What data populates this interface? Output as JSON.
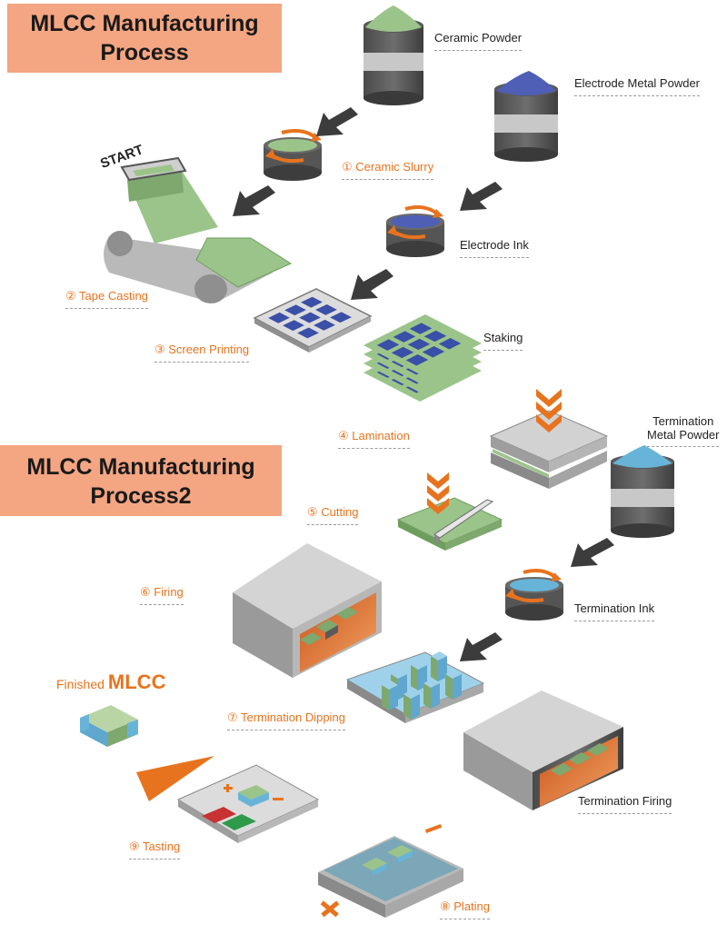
{
  "titles": {
    "process1": [
      "MLCC Manufacturing",
      "Process"
    ],
    "process2": [
      "MLCC Manufacturing",
      "Process2"
    ]
  },
  "labels": {
    "ceramic_powder": "Ceramic Powder",
    "electrode_metal_powder": "Electrode Metal Powder",
    "ceramic_slurry": "① Ceramic Slurry",
    "start": "START",
    "electrode_ink": "Electrode Ink",
    "tape_casting": "② Tape Casting",
    "screen_printing": "③ Screen Printing",
    "staking": "Staking",
    "lamination": "④ Lamination",
    "termination_metal_powder": [
      "Termination",
      "Metal Powder"
    ],
    "cutting": "⑤ Cutting",
    "firing": "⑥ Firing",
    "termination_ink": "Termination Ink",
    "finished_prefix": "Finished",
    "finished_product": "MLCC",
    "termination_dipping": "⑦ Termination Dipping",
    "termination_firing": "Termination Firing",
    "tasting": "⑨ Tasting",
    "plating": "⑧ Plating"
  },
  "colors": {
    "title_bg": "#f4a582",
    "accent_orange": "#e8731e",
    "ceramic_green": "#9bc48a",
    "electrode_blue": "#4f5fb5",
    "termination_blue": "#68b4d8",
    "arrow_dark": "#3c3c3c"
  }
}
